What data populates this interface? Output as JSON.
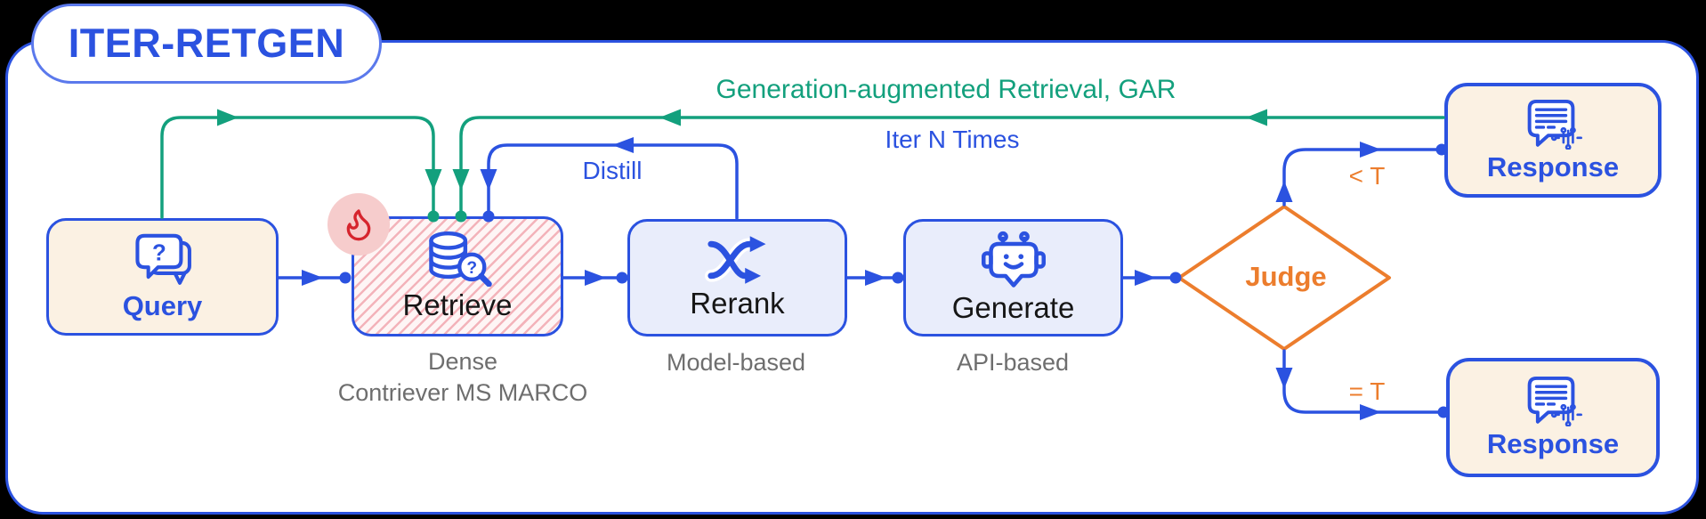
{
  "title": "ITER-RETGEN",
  "colors": {
    "blue": "#2B52E0",
    "green": "#13A07D",
    "orange": "#EC7D2D",
    "flame_red": "#D6252E",
    "badge_pink": "#F6CCCC",
    "cream": "#FBF1E3",
    "light_blue": "#E9EDFB",
    "hatch_pink": "#F3B3BA",
    "gray": "#6E6E6E",
    "label_black": "#161616"
  },
  "nodes": {
    "query": {
      "label": "Query"
    },
    "retrieve": {
      "label": "Retrieve",
      "sublabel_line1": "Dense",
      "sublabel_line2": "Contriever MS MARCO"
    },
    "rerank": {
      "label": "Rerank",
      "sublabel": "Model-based"
    },
    "generate": {
      "label": "Generate",
      "sublabel": "API-based"
    },
    "judge": {
      "label": "Judge"
    },
    "response_top": {
      "label": "Response"
    },
    "response_bottom": {
      "label": "Response"
    }
  },
  "edges": {
    "gar_label": "Generation-augmented Retrieval, GAR",
    "iter_label": "Iter N Times",
    "distill_label": "Distill",
    "less_than_label": "< T",
    "equal_label": "= T"
  },
  "icons": {
    "question_mark": "?",
    "query": "question-chat-icon",
    "retrieve": "database-search-icon",
    "rerank": "shuffle-icon",
    "generate": "robot-chat-icon",
    "response": "response-document-circuit-icon",
    "badge": "flame-icon"
  }
}
